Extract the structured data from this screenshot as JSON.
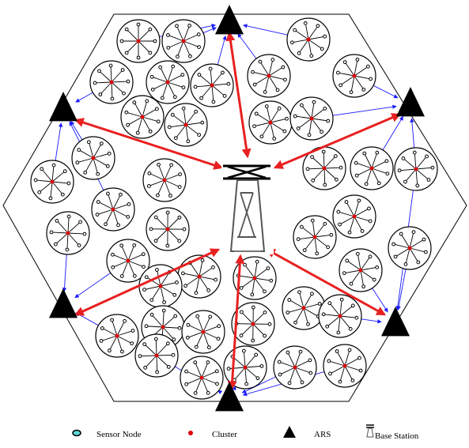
{
  "legend": {
    "sensor_node": "Sensor Node",
    "cluster": "Cluster",
    "ars": "ARS",
    "base_station": "Base Station"
  },
  "colors": {
    "cluster_head": "#e00000",
    "ars_to_base_link": "#e82020",
    "ars_to_cluster_link": "#1a1aff",
    "sensor_node_legend_fill": "#5fd8d8",
    "outline": "#000000"
  },
  "icons": {
    "sensor_node": "cyan-ellipse",
    "cluster": "red-dot",
    "ars": "black-triangle",
    "base_station": "tower-icon"
  }
}
